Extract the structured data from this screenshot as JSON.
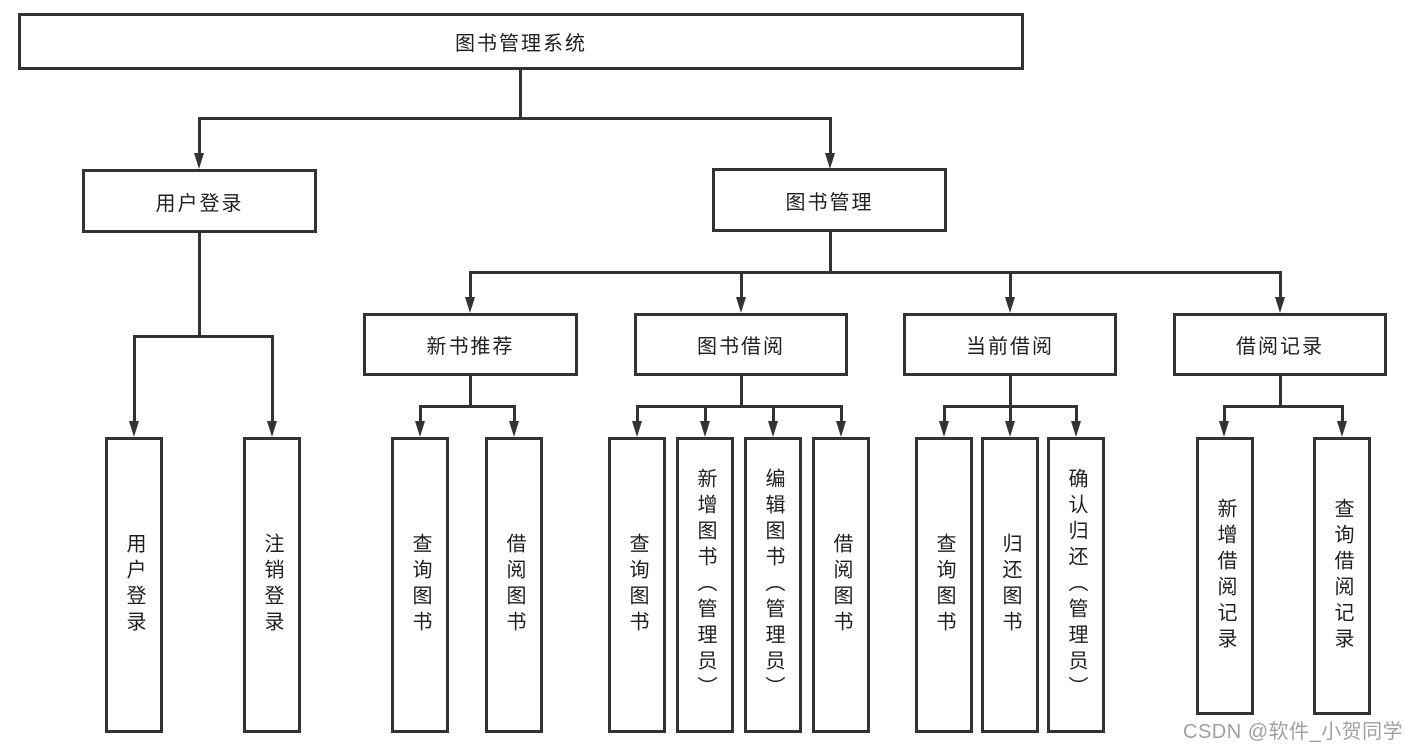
{
  "diagram": {
    "root": {
      "label": "图书管理系统"
    },
    "branches": [
      {
        "label": "用户登录",
        "children": [
          {
            "label": "用户登录"
          },
          {
            "label": "注销登录"
          }
        ]
      },
      {
        "label": "图书管理",
        "children": [
          {
            "label": "新书推荐",
            "children": [
              {
                "label": "查询图书"
              },
              {
                "label": "借阅图书"
              }
            ]
          },
          {
            "label": "图书借阅",
            "children": [
              {
                "label": "查询图书"
              },
              {
                "label": "新增图书（管理员）"
              },
              {
                "label": "编辑图书（管理员）"
              },
              {
                "label": "借阅图书"
              }
            ]
          },
          {
            "label": "当前借阅",
            "children": [
              {
                "label": "查询图书"
              },
              {
                "label": "归还图书"
              },
              {
                "label": "确认归还（管理员）"
              }
            ]
          },
          {
            "label": "借阅记录",
            "children": [
              {
                "label": "新增借阅记录"
              },
              {
                "label": "查询借阅记录"
              }
            ]
          }
        ]
      }
    ]
  },
  "watermark": {
    "text": "CSDN @软件_小贺同学"
  },
  "colors": {
    "line": "#333333",
    "text": "#1f1f1f",
    "box_fill": "#ffffff",
    "watermark": "#969696",
    "background": "#ffffff"
  }
}
